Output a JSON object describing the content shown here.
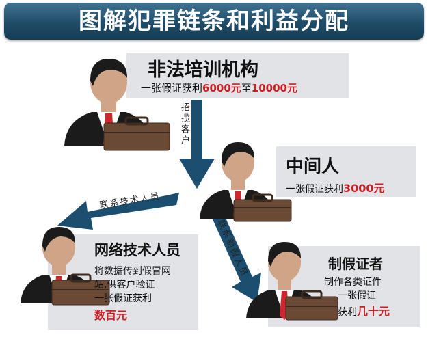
{
  "title": "图解犯罪链条和利益分配",
  "nodes": {
    "training": {
      "name": "非法培训机构",
      "profit_prefix": "一张假证获利",
      "profit_value": "6000元",
      "profit_mid": "至",
      "profit_value2": "10000元"
    },
    "middleman": {
      "name": "中间人",
      "profit_prefix": "一张假证获利",
      "profit_value": "3000元"
    },
    "tech": {
      "name": "网络技术人员",
      "line1": "将数据传到假冒网",
      "line2": "站,供客户验证",
      "line3": "一张假证获利",
      "profit_value": "数百元"
    },
    "forger": {
      "name": "制假证者",
      "line1": "制作各类证件",
      "line2": "一张假证",
      "line3_prefix": "获利",
      "profit_value": "几十元"
    }
  },
  "edges": {
    "recruit": "招揽客户",
    "contact_tech": "联系技术人员",
    "contact_forger": "联系制假人员"
  },
  "colors": {
    "banner": "#1f4c68",
    "arrow": "#1c4f6f",
    "profit": "#cc1f24",
    "panel": "#e2e3e6"
  }
}
